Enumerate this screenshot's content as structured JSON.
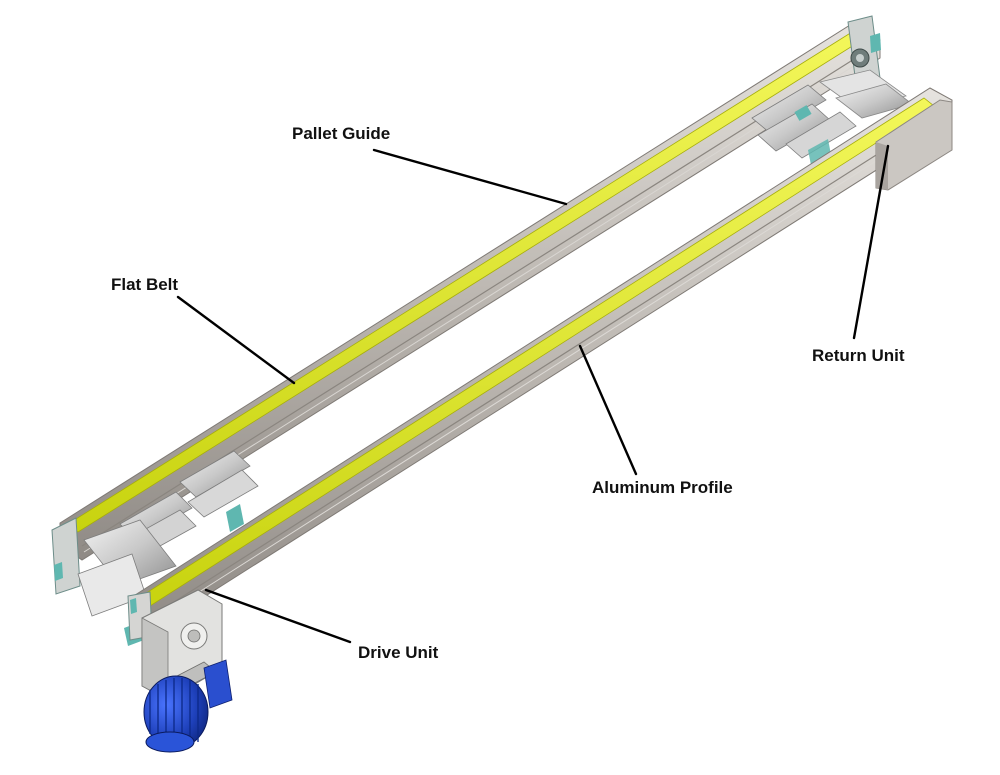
{
  "labels": {
    "pallet_guide": "Pallet Guide",
    "flat_belt": "Flat Belt",
    "return_unit": "Return Unit",
    "aluminum_profile": "Aluminum Profile",
    "drive_unit": "Drive Unit"
  },
  "colors": {
    "belt_yellow": "#e2ec1e",
    "profile_gray": "#b9b5b0",
    "end_plate_teal": "#5fb7b0",
    "motor_blue": "#1d3fb8",
    "leader_line": "#000000"
  },
  "icons": {
    "motor": "electric-motor-icon",
    "gearbox": "gearbox-icon"
  }
}
